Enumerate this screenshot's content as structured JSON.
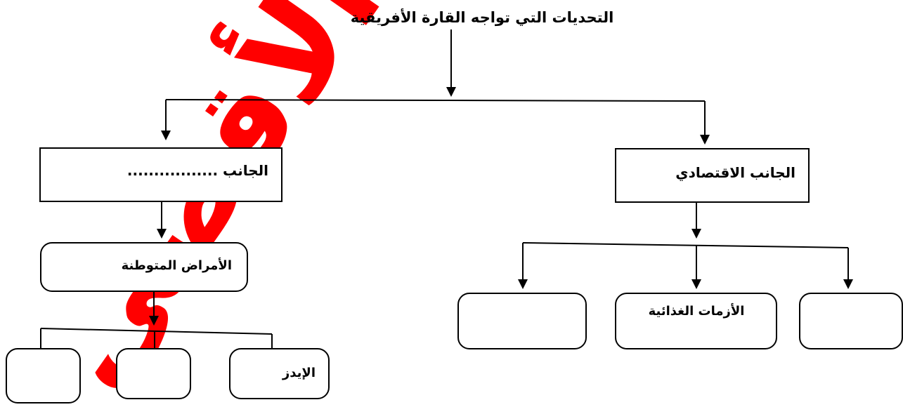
{
  "title": "التحديات التي تواجه القارة الأفريقية",
  "branches": {
    "economic": {
      "label": "الجانب الاقتصادي",
      "children": [
        "",
        "الأزمات الغذائية",
        ""
      ]
    },
    "other": {
      "label": "الجانب .................",
      "sub": {
        "label": "الأمراض المتوطنة",
        "children": [
          "الإيدز",
          "",
          ""
        ]
      }
    }
  },
  "watermark": "الأقصى",
  "colors": {
    "watermark": "#ff0000",
    "line": "#000000"
  }
}
